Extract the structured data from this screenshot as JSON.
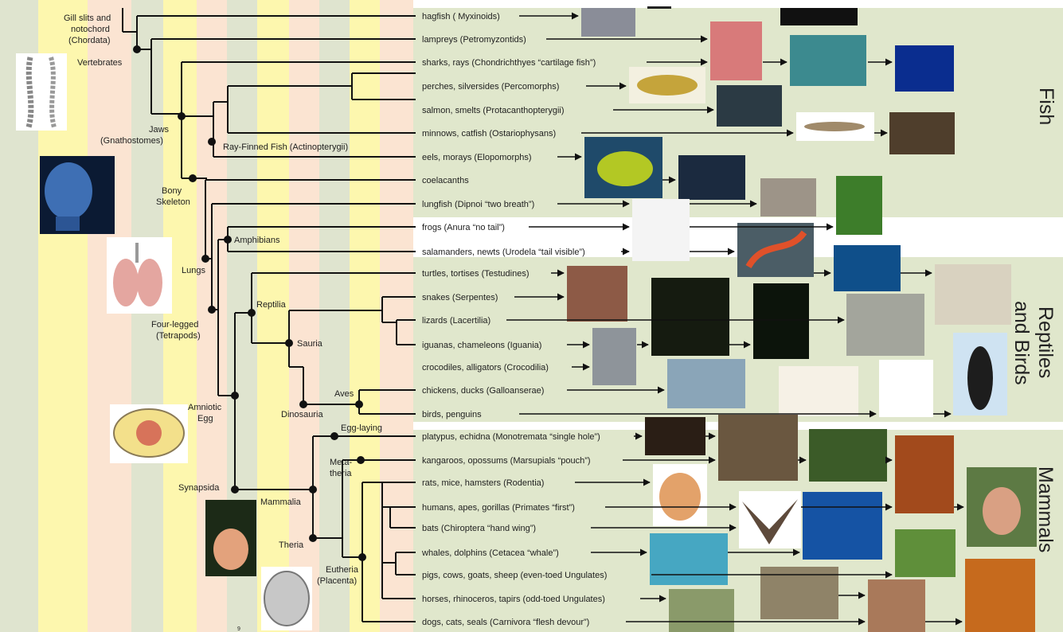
{
  "taxa": [
    "hagfish ( Myxinoids)",
    "lampreys (Petromyzontids)",
    "sharks, rays (Chondrichthyes “cartilage fish”)",
    "perches, silversides (Percomorphs)",
    "salmon, smelts (Protacanthopterygii)",
    "minnows, catfish (Ostariophysans)",
    "eels, morays (Elopomorphs)",
    "coelacanths",
    "lungfish (Dipnoi “two breath”)",
    "frogs (Anura “no tail”)",
    "salamanders, newts (Urodela “tail visible”)",
    "turtles, tortises (Testudines)",
    "snakes (Serpentes)",
    "lizards (Lacertilia)",
    "iguanas, chameleons (Iguania)",
    "crocodiles, alligators (Crocodilia)",
    "chickens, ducks (Galloanserae)",
    "birds, penguins",
    "platypus, echidna (Monotremata “single hole”)",
    "kangaroos, opossums (Marsupials “pouch”)",
    "rats, mice, hamsters (Rodentia)",
    "humans, apes, gorillas (Primates “first”)",
    "bats (Chiroptera “hand wing”)",
    "whales, dolphins (Cetacea “whale”)",
    "pigs, cows, goats, sheep (even-toed Ungulates)",
    "horses, rhinoceros, tapirs (odd-toed Ungulates)",
    "dogs, cats, seals (Carnivora “flesh devour”)"
  ],
  "clades": {
    "chordata": [
      "Gill slits and",
      "notochord",
      "(Chordata)"
    ],
    "vertebrates": "Vertebrates",
    "jaws": [
      "Jaws",
      "(Gnathostomes)"
    ],
    "ray_finned": "Ray-Finned Fish (Actinopterygii)",
    "bony": [
      "Bony",
      "Skeleton"
    ],
    "lungs": "Lungs",
    "amphibians": "Amphibians",
    "four_legged": [
      "Four-legged",
      "(Tetrapods)"
    ],
    "reptilia": "Reptilia",
    "sauria": "Sauria",
    "aves": "Aves",
    "dinosauria": "Dinosauria",
    "amniotic": [
      "Amniotic",
      "Egg"
    ],
    "egg_laying": "Egg-laying",
    "metatheria": [
      "Meta-",
      "theria"
    ],
    "synapsida": "Synapsida",
    "mammalia": "Mammalia",
    "theria": "Theria",
    "eutheria": [
      "Eutheria",
      "(Placenta)"
    ]
  },
  "groups": {
    "fish": "Fish",
    "reptiles": [
      "Reptiles",
      "and Birds"
    ],
    "mammals": "Mammals"
  },
  "colors": {
    "green_band": "#dfe4cf",
    "yellow_band": "#fdf7ae",
    "peach_band": "#fbe4d2",
    "fish_bg": "#e0e7cc",
    "amphibian_bg": "#ffffff",
    "reptile_bg": "#e0e7cc",
    "mammal_bg": "#e0e7cc",
    "line": "#111111"
  }
}
